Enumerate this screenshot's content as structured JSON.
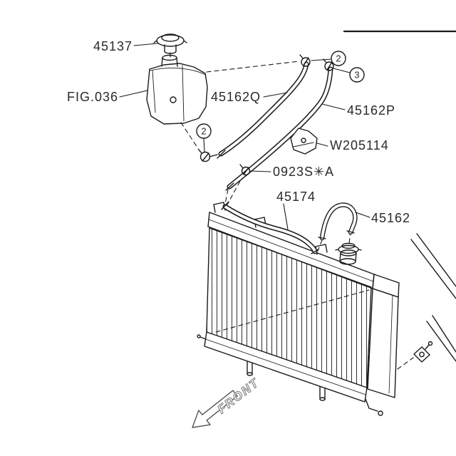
{
  "diagram": {
    "part_labels": {
      "cap": "45137",
      "reservoir_fig": "FIG.036",
      "hose_q": "45162Q",
      "hose_p": "45162P",
      "bracket": "W205114",
      "clamp_code": "0923S✳A",
      "hose_174": "45174",
      "hose_162": "45162"
    },
    "callouts": {
      "a": "2",
      "b": "3",
      "c": "2"
    },
    "front_label": "FRONT",
    "colors": {
      "line": "#1a1a1a",
      "background": "#ffffff",
      "label_text": "#2a2a2a"
    }
  }
}
